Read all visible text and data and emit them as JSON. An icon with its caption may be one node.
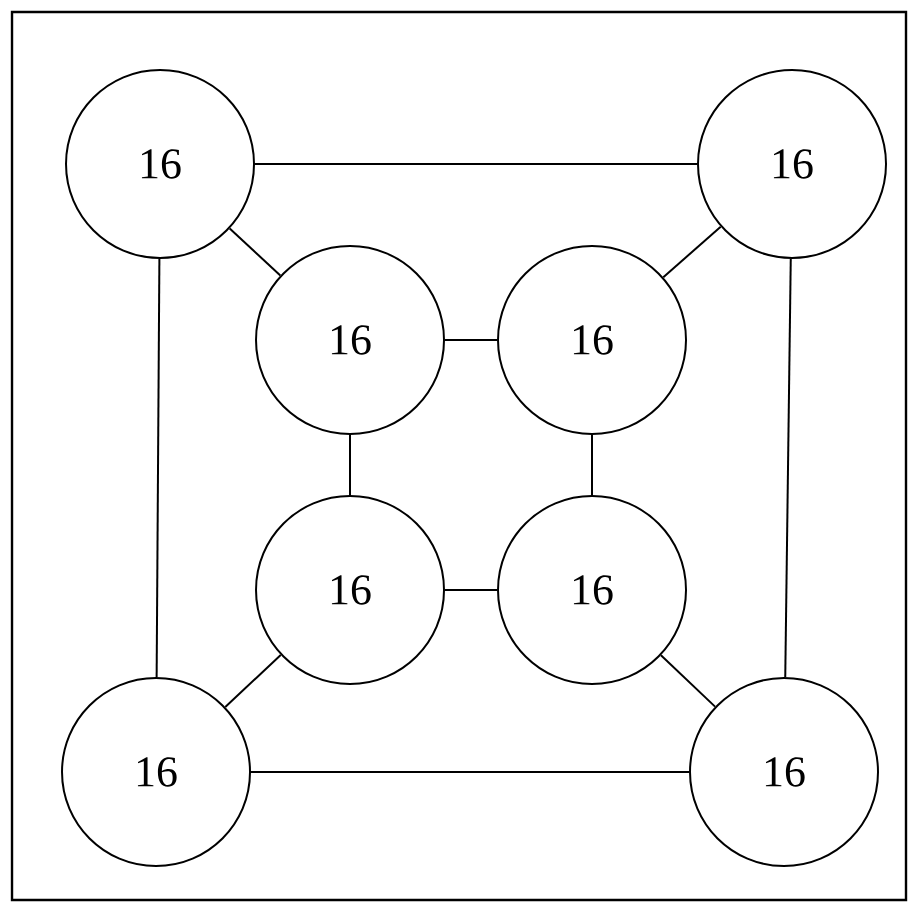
{
  "diagram": {
    "nodes": [
      {
        "text": [
          "16"
        ]
      },
      {
        "text": [
          "16"
        ]
      },
      {
        "text": [
          "16"
        ]
      },
      {
        "text": [
          "16"
        ]
      },
      {
        "text": [
          "16"
        ]
      },
      {
        "text": [
          "16"
        ]
      },
      {
        "text": [
          "16"
        ]
      },
      {
        "text": [
          "16"
        ]
      }
    ],
    "edges": [
      {
        "from": 0,
        "to": 1,
        "arrow": "none"
      },
      {
        "from": 0,
        "to": 6,
        "arrow": "none"
      },
      {
        "from": 1,
        "to": 7,
        "arrow": "none"
      },
      {
        "from": 6,
        "to": 7,
        "arrow": "none"
      },
      {
        "from": 0,
        "to": 2,
        "arrow": "none"
      },
      {
        "from": 1,
        "to": 3,
        "arrow": "none"
      },
      {
        "from": 6,
        "to": 4,
        "arrow": "none"
      },
      {
        "from": 7,
        "to": 5,
        "arrow": "none"
      },
      {
        "from": 2,
        "to": 3,
        "arrow": "none"
      },
      {
        "from": 2,
        "to": 4,
        "arrow": "none"
      },
      {
        "from": 3,
        "to": 5,
        "arrow": "none"
      },
      {
        "from": 4,
        "to": 5,
        "arrow": "none"
      }
    ]
  }
}
